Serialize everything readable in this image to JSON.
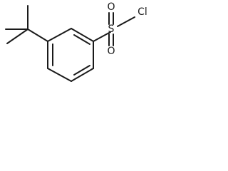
{
  "molecule": {
    "atoms": {
      "sulfur": "S",
      "oxygen_top": "O",
      "oxygen_bottom": "O",
      "chlorine": "Cl"
    },
    "colors": {
      "bond": "#1a1a1a",
      "text": "#1a1a1a",
      "background": "#ffffff"
    }
  }
}
